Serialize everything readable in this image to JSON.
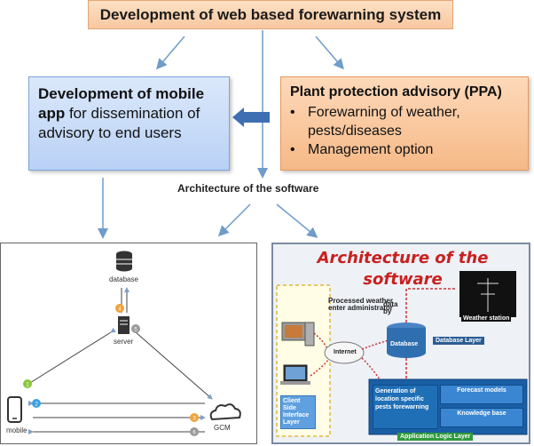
{
  "top": {
    "title": "Development of web based forewarning system"
  },
  "mobile": {
    "line1": "Development of mobile",
    "line2_bold": "app",
    "line2_rest": " for dissemination of",
    "line3": "advisory to end users"
  },
  "ppa": {
    "title": "Plant protection advisory (PPA)",
    "bullets": [
      "Forewarning of weather, pests/diseases",
      "Management option"
    ]
  },
  "caption": "Architecture of  the software",
  "left_diagram": {
    "database": "database",
    "server": "server",
    "mobile": "mobile",
    "gcm": "GCM",
    "steps": [
      "1",
      "2",
      "3",
      "4",
      "5",
      "6"
    ]
  },
  "right_diagram": {
    "title": "Architecture of  the software",
    "processed": "Processed weather enter administrator",
    "data_by": "data by",
    "weather_station": "Weather station",
    "database": "Database",
    "database_layer": "Database Layer",
    "internet": "Internet",
    "client_layer": "Client Side Interface Layer",
    "generation": "Generation of location specific pests forewarning",
    "forecast_models": "Forecast models",
    "knowledge_base": "Knowledge base",
    "app_logic_layer": "Application Logic Layer"
  },
  "colors": {
    "arrow": "#6f9cc9",
    "orange_step": "#f0a23a",
    "green_step": "#8cc63f",
    "blue_step": "#3aa0e0",
    "grey_step": "#9a9a9a"
  }
}
